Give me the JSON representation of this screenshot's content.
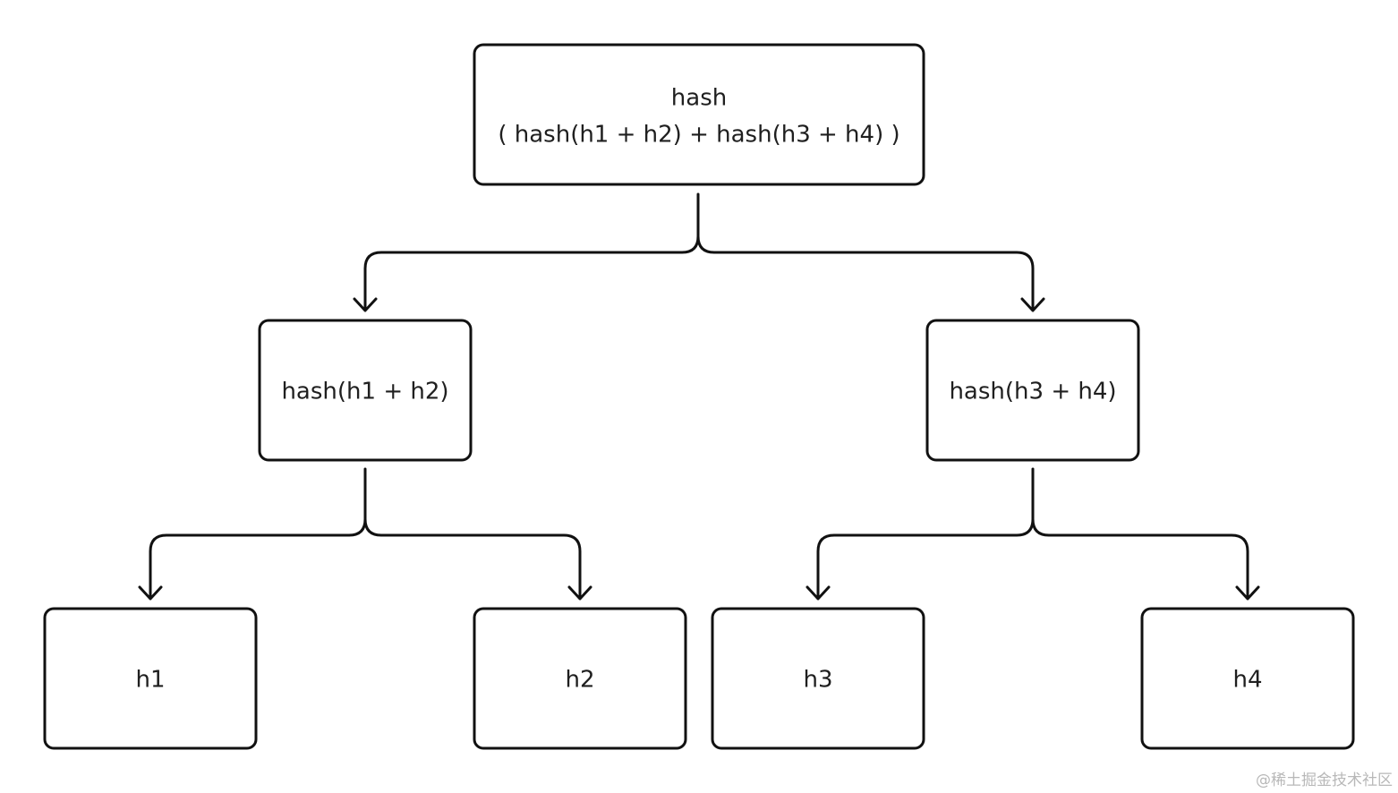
{
  "diagram": {
    "root": {
      "line1": "hash",
      "line2": "( hash(h1 + h2) + hash(h3 + h4) )"
    },
    "left": {
      "label": "hash(h1 + h2)"
    },
    "right": {
      "label": "hash(h3 + h4)"
    },
    "leaves": [
      {
        "label": "h1"
      },
      {
        "label": "h2"
      },
      {
        "label": "h3"
      },
      {
        "label": "h4"
      }
    ]
  },
  "watermark": "@稀土掘金技术社区"
}
